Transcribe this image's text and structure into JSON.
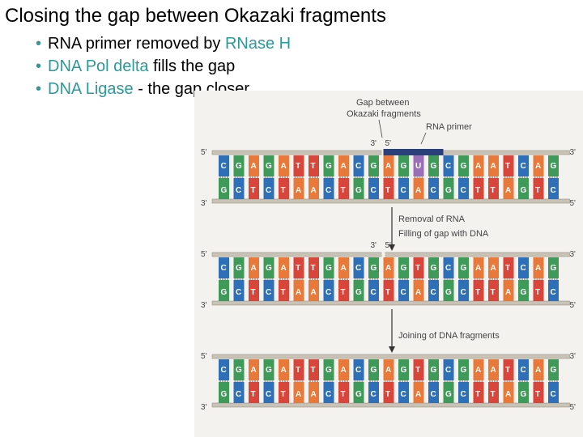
{
  "slide": {
    "title": "Closing the gap between Okazaki fragments",
    "bullets": [
      {
        "pre": "RNA primer removed by ",
        "hl": "RNase H",
        "post": ""
      },
      {
        "pre": "",
        "hl": "DNA Pol  delta",
        "post": " fills the gap"
      },
      {
        "pre": "",
        "hl": "DNA Ligase",
        "post": " - the gap closer"
      }
    ]
  },
  "figure": {
    "gap_label": [
      "Gap between",
      "Okazaki fragments"
    ],
    "rna_primer_label": "RNA primer",
    "step1_label": [
      "Removal of RNA",
      "Filling of gap with DNA"
    ],
    "step2_label": "Joining of DNA fragments",
    "prime3": "3'",
    "prime5": "5'",
    "primer_colors": {
      "primer": "#2b3f7a"
    },
    "base_colors": {
      "C": "#2f6fb8",
      "G": "#3f9a5a",
      "A": "#e8793a",
      "T": "#d8453a",
      "U": "#9a6fb8"
    },
    "top_strand": [
      "C",
      "G",
      "A",
      "G",
      "A",
      "T",
      "T",
      "G",
      "A",
      "C",
      "G",
      "A",
      "G",
      "U",
      "G",
      "C",
      "G",
      "A",
      "A",
      "T",
      "C",
      "A",
      "G"
    ],
    "top_strand_filled": [
      "C",
      "G",
      "A",
      "G",
      "A",
      "T",
      "T",
      "G",
      "A",
      "C",
      "G",
      "A",
      "G",
      "T",
      "G",
      "C",
      "G",
      "A",
      "A",
      "T",
      "C",
      "A",
      "G"
    ],
    "bottom_strand": [
      "G",
      "C",
      "T",
      "C",
      "T",
      "A",
      "A",
      "C",
      "T",
      "G",
      "C",
      "T",
      "C",
      "A",
      "C",
      "G",
      "C",
      "T",
      "T",
      "A",
      "G",
      "T",
      "C"
    ]
  }
}
